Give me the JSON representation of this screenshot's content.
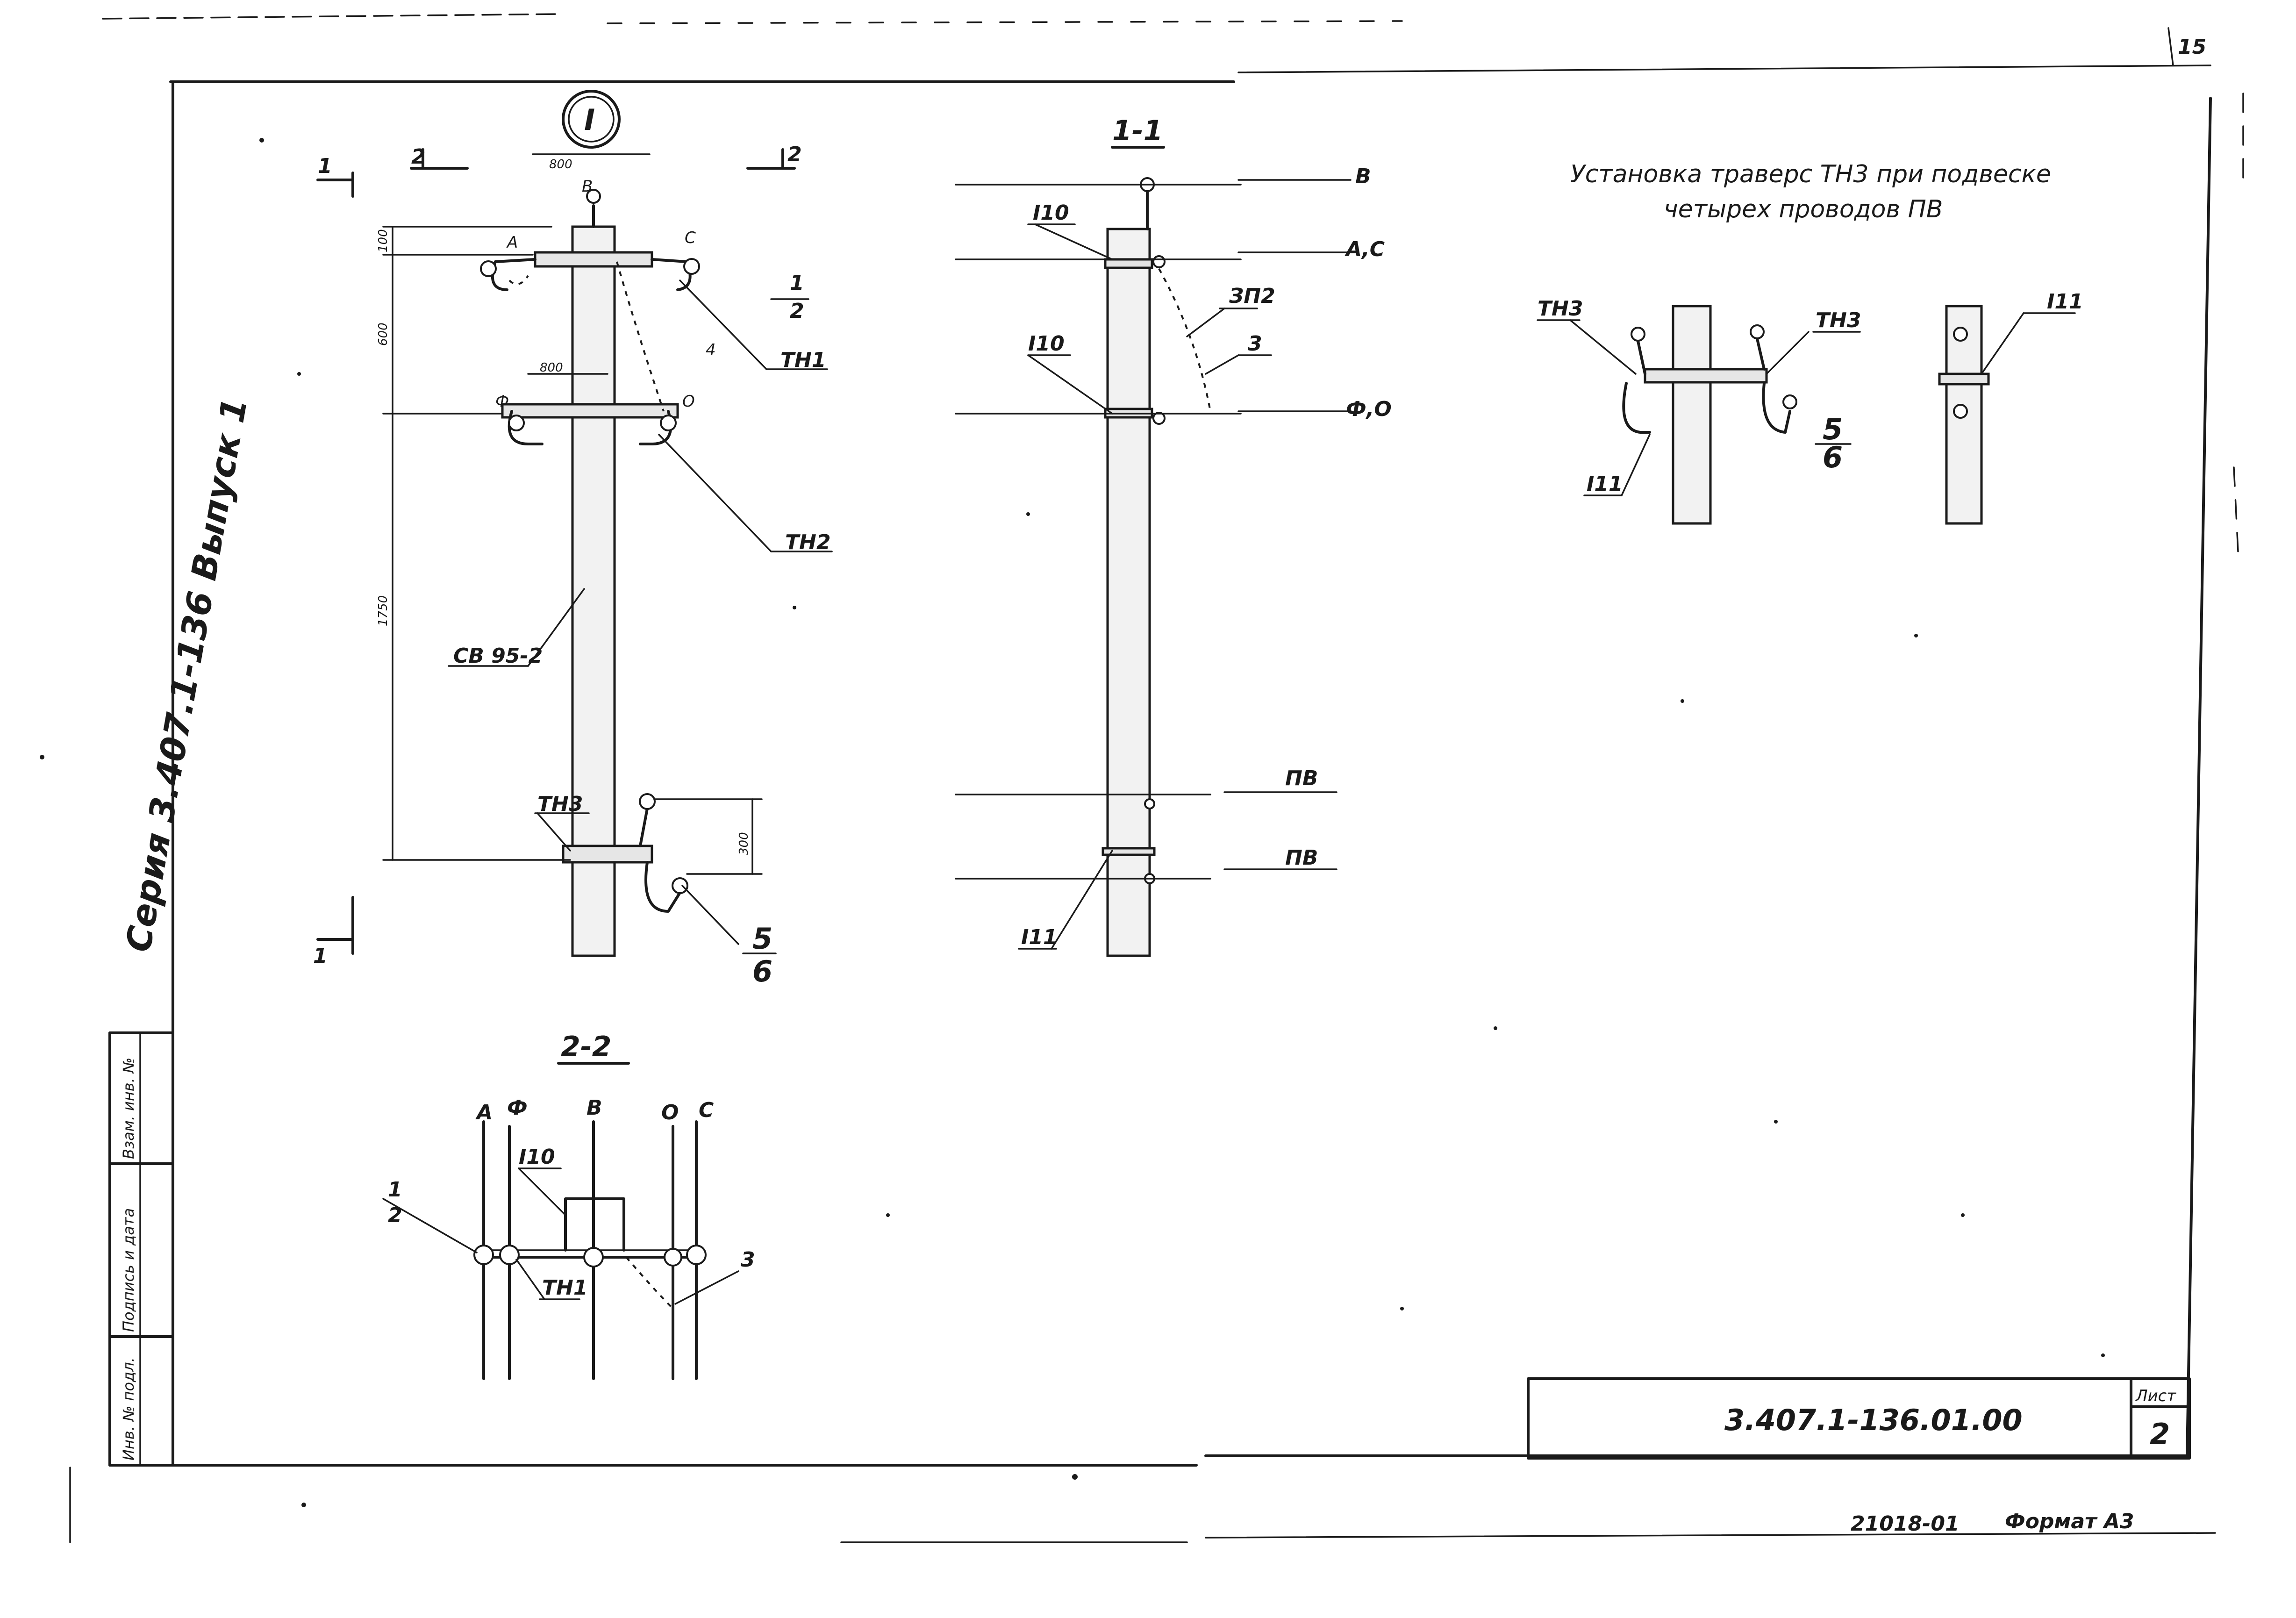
{
  "page": {
    "sheet_corner": "15",
    "series_text": "Серия 3.407.1-136 Выпуск 1",
    "stamp_inv": "Инв. № подл.",
    "stamp_sign": "Подпись и дата",
    "stamp_swap": "Взам. инв. №",
    "doc_code": "3.407.1-136.01.00",
    "sheet_label": "Лист",
    "sheet_number": "2",
    "order_number": "21018-01",
    "format": "Формат А3",
    "note_title": "Установка траверс ТН3 при подвеске",
    "note_title_2": "четырех проводов ПВ"
  },
  "main_view": {
    "node_mark": "I",
    "sec_mark_1": "1",
    "sec_mark_2": "2",
    "pole_label": "СВ 95-2",
    "dim_top": "800",
    "dim_mid": "800",
    "dim_100": "100",
    "dim_600": "600",
    "dim_1750": "1750",
    "dim_300": "300",
    "phase_A": "А",
    "phase_C": "С",
    "phase_F": "Ф",
    "phase_O": "О",
    "phase_B": "В",
    "tn1": "ТН1",
    "tn2": "ТН2",
    "tn3": "ТН3",
    "frac_1_2_top": "1",
    "frac_1_2_bot": "2",
    "frac_5_6_top": "5",
    "frac_5_6_bot": "6",
    "item_4": "4"
  },
  "section_1_1": {
    "title": "1-1",
    "wire_B": "В",
    "wire_AC": "А,С",
    "wire_FO": "Ф,О",
    "wire_PV_1": "ПВ",
    "wire_PV_2": "ПВ",
    "i10_top": "I10",
    "i10_mid": "I10",
    "i11": "I11",
    "zp2": "ЗП2",
    "item_3": "3"
  },
  "section_2_2": {
    "title": "2-2",
    "ph_A": "А",
    "ph_F": "Ф",
    "ph_B": "В",
    "ph_O": "О",
    "ph_C": "С",
    "i10": "I10",
    "tn1": "ТН1",
    "frac_top": "1",
    "frac_bot": "2",
    "item_3": "3"
  },
  "detail": {
    "tn3_left": "ТН3",
    "tn3_right": "ТН3",
    "i11_left": "I11",
    "i11_right": "I11",
    "frac_top": "5",
    "frac_bot": "6"
  }
}
